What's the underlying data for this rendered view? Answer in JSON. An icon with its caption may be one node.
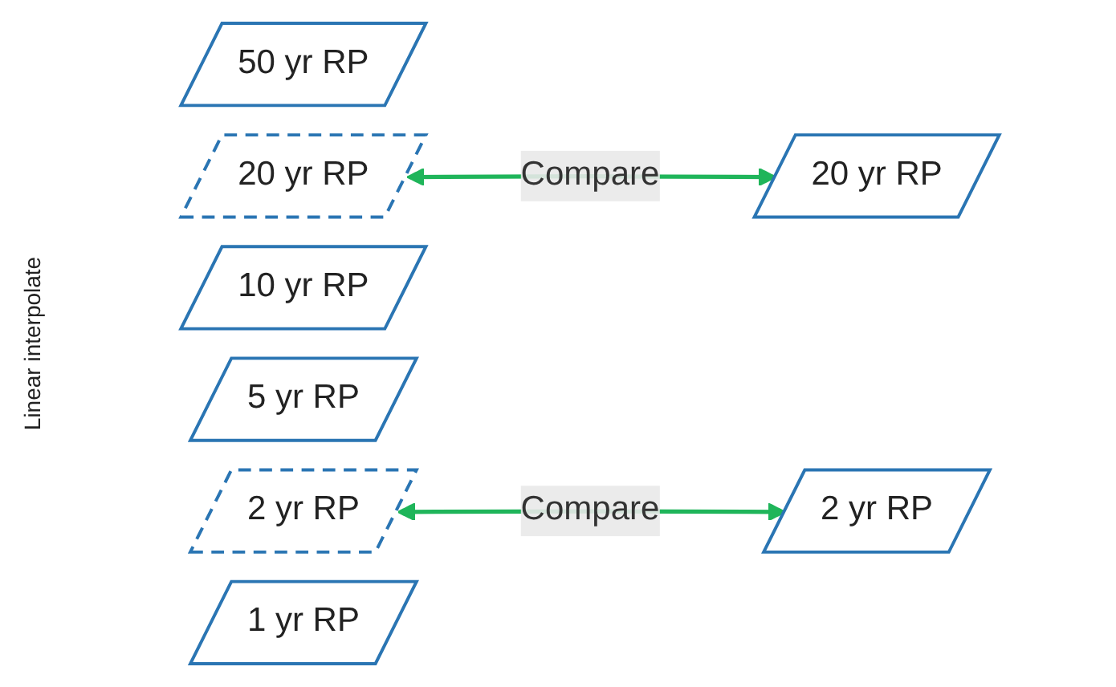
{
  "diagram": {
    "nodes": [
      {
        "text": [
          "50 yr RP"
        ]
      },
      {
        "text": [
          "20 yr RP"
        ]
      },
      {
        "text": [
          "10 yr RP"
        ]
      },
      {
        "text": [
          "20 yr RP"
        ]
      },
      {
        "text": [
          "5 yr RP"
        ]
      },
      {
        "text": [
          "2 yr RP"
        ]
      },
      {
        "text": [
          "1 yr RP"
        ]
      },
      {
        "text": [
          "2 yr RP"
        ]
      }
    ],
    "edges": [
      {
        "from": 1,
        "to": 3,
        "arrow": "both",
        "label": "Compare"
      },
      {
        "from": 5,
        "to": 7,
        "arrow": "both",
        "label": "Compare"
      }
    ],
    "labels": [
      "Linear interpolate"
    ]
  }
}
